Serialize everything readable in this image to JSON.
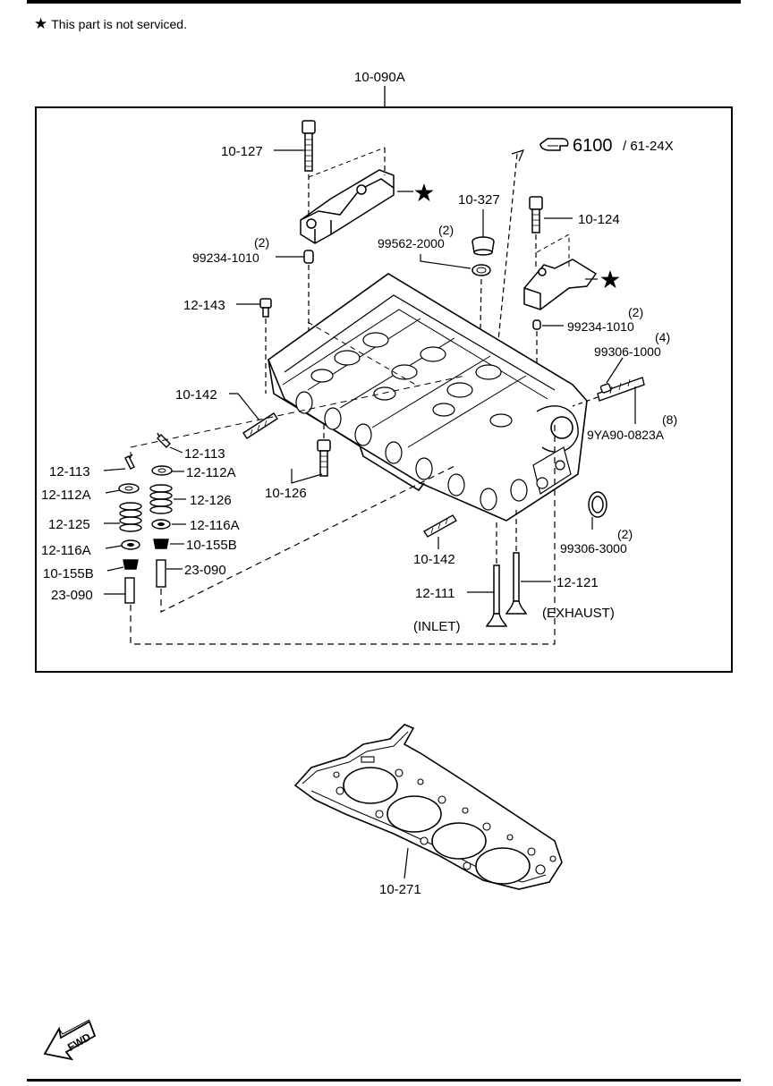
{
  "note": {
    "symbol": "★",
    "text": "This part is not serviced."
  },
  "assembly_label": "10-090A",
  "reference": {
    "page": "6100",
    "sub": "/ 61-24X"
  },
  "labels": {
    "p10_127": "10-127",
    "p10_327": "10-327",
    "p10_124": "10-124",
    "q2_a": "(2)",
    "p99234_a": "99234-1010",
    "q2_b": "(2)",
    "p99562": "99562-2000",
    "p12_143": "12-143",
    "q2_c": "(2)",
    "p99234_b": "99234-1010",
    "q4": "(4)",
    "p99306_1000": "99306-1000",
    "p10_142_a": "10-142",
    "q8": "(8)",
    "p9ya90": "9YA90-0823A",
    "p12_113_a": "12-113",
    "p12_113_b": "12-113",
    "p12_112a_a": "12-112A",
    "p12_112a_b": "12-112A",
    "p10_126": "10-126",
    "p12_126": "12-126",
    "p12_125": "12-125",
    "p12_116a_a": "12-116A",
    "p12_116a_b": "12-116A",
    "p10_155b_a": "10-155B",
    "p10_155b_b": "10-155B",
    "p23_090_a": "23-090",
    "p23_090_b": "23-090",
    "p10_142_b": "10-142",
    "q2_d": "(2)",
    "p99306_3000": "99306-3000",
    "p12_111": "12-111",
    "p12_121": "12-121",
    "inlet": "(INLET)",
    "exhaust": "(EXHAUST)",
    "p10_271": "10-271"
  },
  "fwd": "FWD",
  "icons": {
    "star": "star-icon",
    "reference": "pointing-hand-icon",
    "fwd": "forward-arrow-icon"
  }
}
